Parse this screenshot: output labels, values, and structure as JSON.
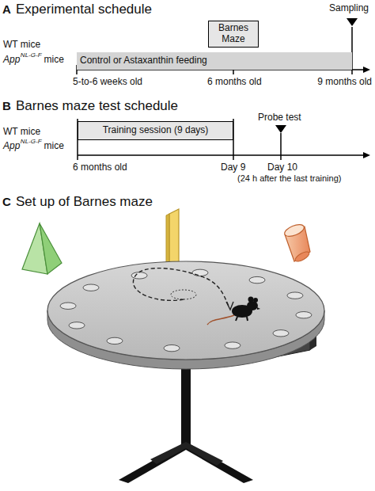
{
  "diagram": {
    "nodes": [
      {
        "text": [
          "Barnes Maze"
        ]
      },
      {
        "text": [
          "Control or Astaxanthin feeding"
        ]
      },
      {
        "text": [
          "Training session (9 days)"
        ]
      }
    ],
    "labels": [
      "A",
      "Experimental schedule",
      "Sampling",
      "WT mice",
      "App",
      "NL-G-F",
      "mice",
      "5-to-6 weeks old",
      "6 months old",
      "9 months old",
      "B",
      "Barnes maze test schedule",
      "Probe test",
      "WT mice",
      "App",
      "NL-G-F",
      "mice",
      "6 months old",
      "Day 9",
      "Day 10",
      "(24 h after the last training)",
      "C",
      "Set up of Barnes maze"
    ]
  }
}
